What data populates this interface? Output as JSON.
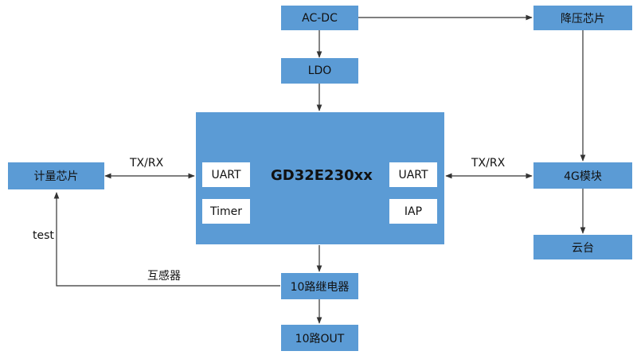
{
  "colors": {
    "box_fill": "#5b9bd5",
    "port_fill": "#ffffff",
    "line": "#333333",
    "text": "#111111"
  },
  "nodes": {
    "ac_dc": "AC-DC",
    "ldo": "LDO",
    "buck_chip": "降压芯片",
    "metering_chip": "计量芯片",
    "mcu": "GD32E230xx",
    "module_4g": "4G模块",
    "cloud": "云台",
    "relay": "10路继电器",
    "output": "10路OUT"
  },
  "mcu_ports": {
    "left_uart": "UART",
    "left_timer": "Timer",
    "right_uart": "UART",
    "right_iap": "IAP"
  },
  "edge_labels": {
    "left_link": "TX/RX",
    "right_link": "TX/RX",
    "test": "test",
    "transformer": "互感器"
  }
}
